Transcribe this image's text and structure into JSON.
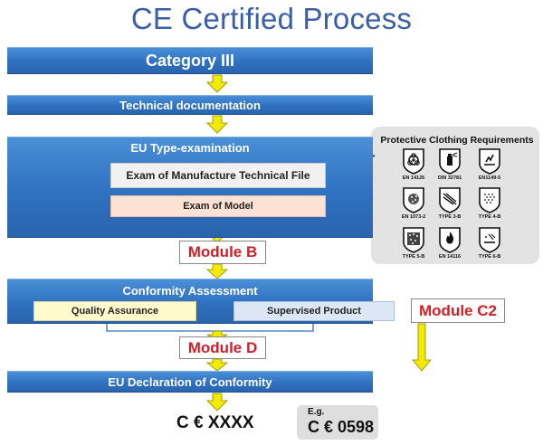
{
  "title": "CE Certified Process",
  "category_bar": "Category III",
  "technical_bar": "Technical documentation",
  "type_exam": {
    "header": "EU Type-examination",
    "file_box": "Exam of Manufacture Technical File",
    "model_box": "Exam of Model"
  },
  "module_b": "Module B",
  "conformity": {
    "header": "Conformity Assessment",
    "qa_box": "Quality Assurance",
    "sp_box": "Supervised Product"
  },
  "module_c2": "Module C2",
  "module_d": "Module D",
  "declaration_bar": "EU Declaration of Conformity",
  "ce_mark": "C € XXXX",
  "example": {
    "label": "E.g.",
    "value": "C € 0598"
  },
  "requirements": {
    "title": "Protective Clothing Requirements",
    "items": [
      {
        "label": "EN 14126",
        "icon": "biohazard-icon"
      },
      {
        "label": "DIN 32781",
        "icon": "spray-bottle-icon"
      },
      {
        "label": "EN1149-5",
        "icon": "antistatic-icon"
      },
      {
        "label": "EN 1073-2",
        "icon": "radioactive-particles-icon"
      },
      {
        "label": "TYPE 3-B",
        "icon": "liquid-jet-icon"
      },
      {
        "label": "TYPE 4-B",
        "icon": "spray-icon"
      },
      {
        "label": "TYPE 5-B",
        "icon": "particles-icon"
      },
      {
        "label": "EN 14116",
        "icon": "flame-icon"
      },
      {
        "label": "TYPE 6-B",
        "icon": "light-splash-icon"
      }
    ]
  },
  "colors": {
    "bar_blue": "#2f71c1",
    "title_blue": "#3a5ea8",
    "module_red": "#d01f28",
    "arrow_yellow": "#f4ea00"
  }
}
